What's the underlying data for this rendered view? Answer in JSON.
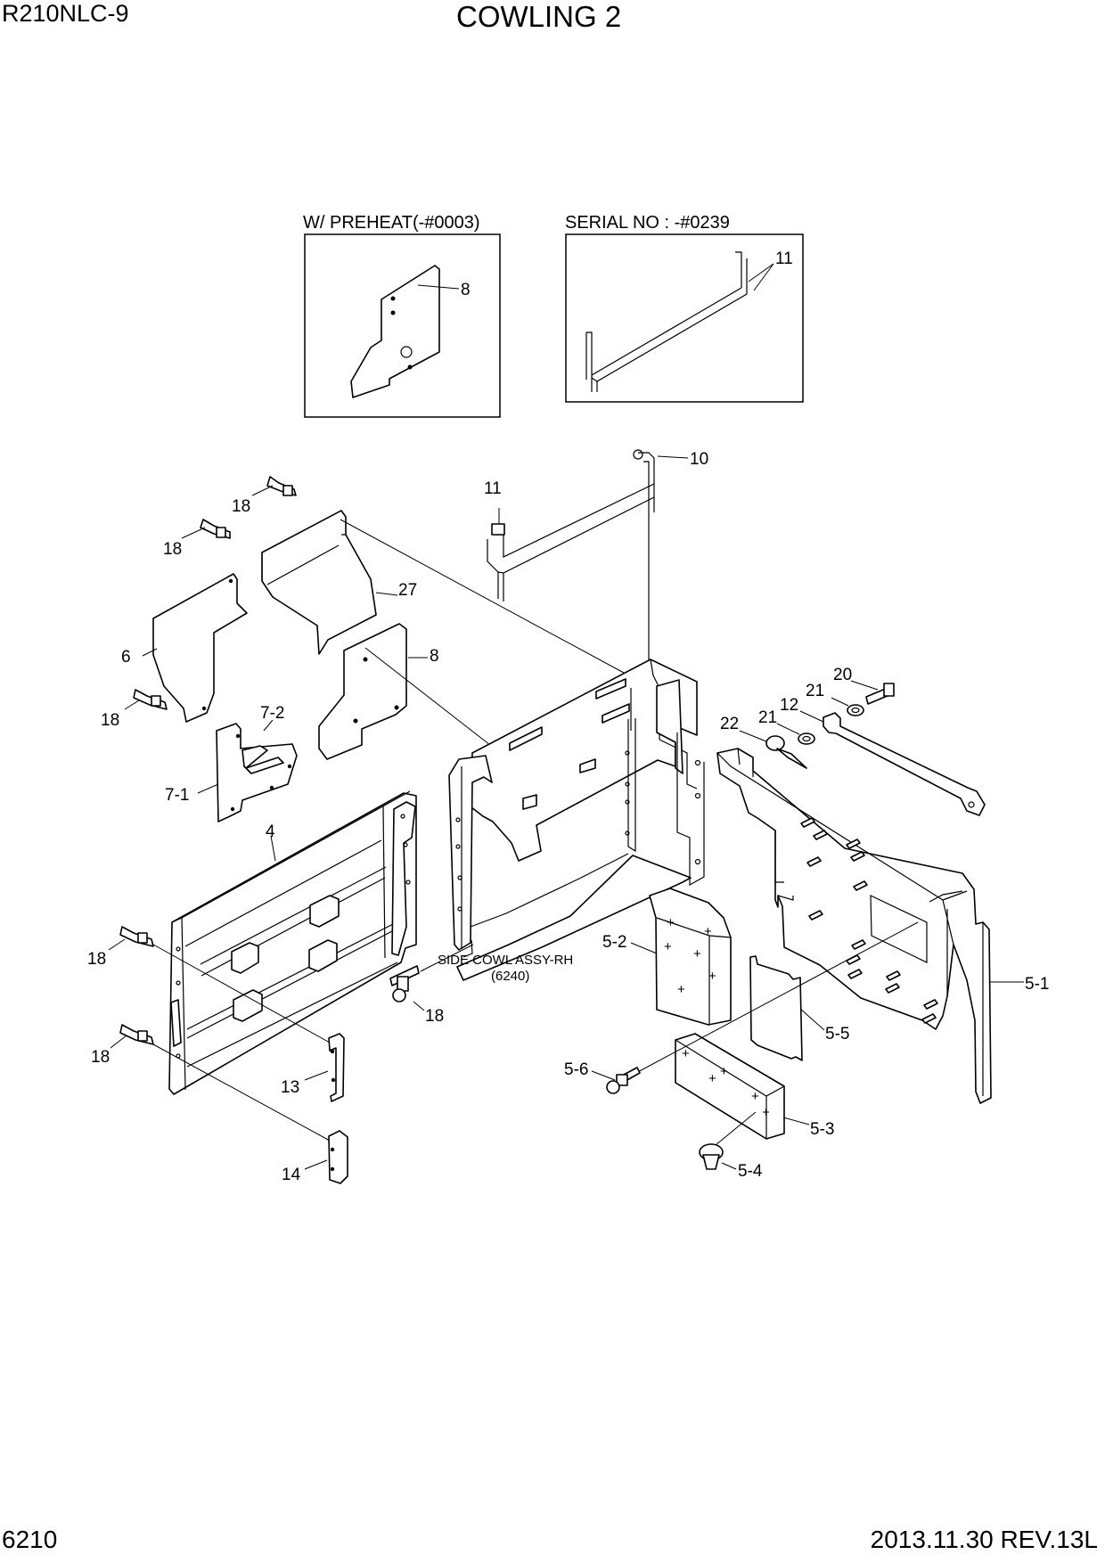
{
  "header": {
    "model": "R210NLC-9",
    "title": "COWLING 2"
  },
  "footer": {
    "page_number": "6210",
    "revision": "2013.11.30  REV.13L"
  },
  "insets": [
    {
      "caption": "W/ PREHEAT(-#0003)",
      "part": "8"
    },
    {
      "caption": "SERIAL NO : -#0239",
      "part": "11"
    }
  ],
  "note": {
    "line1": "SIDE COWL ASSY-RH",
    "line2": "(6240)"
  },
  "labels": {
    "p10": "10",
    "p11": "11",
    "p18": "18",
    "p27": "27",
    "p6": "6",
    "p8": "8",
    "p7_2": "7-2",
    "p7_1": "7-1",
    "p4": "4",
    "p13": "13",
    "p14": "14",
    "p20": "20",
    "p21": "21",
    "p12": "12",
    "p22": "22",
    "p5_1": "5-1",
    "p5_2": "5-2",
    "p5_3": "5-3",
    "p5_4": "5-4",
    "p5_5": "5-5",
    "p5_6": "5-6"
  }
}
